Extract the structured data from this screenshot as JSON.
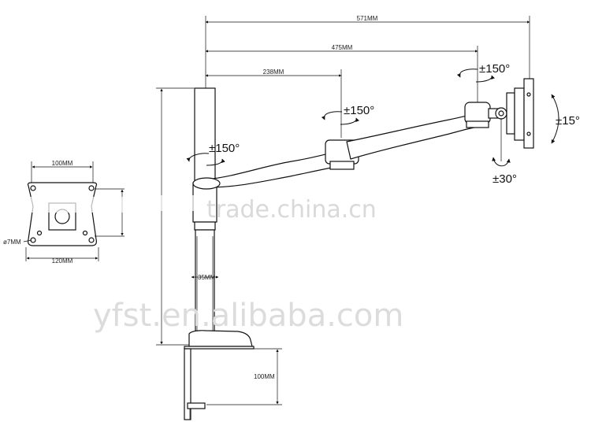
{
  "dimensions": {
    "overall_reach": "571MM",
    "second_arm_reach": "475MM",
    "first_arm_reach": "238MM",
    "vesa_small": "100MM",
    "vesa_large": "120MM",
    "hole_diameter": "ø7MM",
    "pole_diameter": "35MM",
    "clamp_height": "100MM"
  },
  "rotations": {
    "pole_swivel": "±150°",
    "elbow_swivel": "±150°",
    "head_swivel": "±150°",
    "tilt": "±15°",
    "rotate": "±30°"
  },
  "watermarks": {
    "center": "trade.china.cn",
    "bottom": "yfst.en.alibaba.com"
  }
}
